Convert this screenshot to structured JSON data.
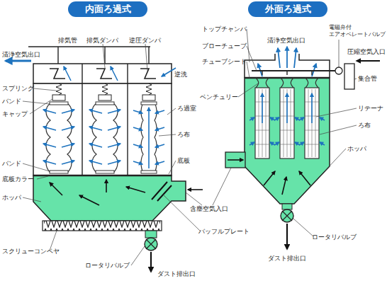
{
  "diagram": {
    "nodes": [
      {
        "text": [
          "内面ろ過式"
        ]
      },
      {
        "text": [
          "外面ろ過式"
        ]
      }
    ],
    "labels": [
      "清浄空気出口",
      "排気管",
      "排気ダンパ",
      "逆圧ダンパ",
      "逆洗",
      "スプリング",
      "バンド",
      "キャップ",
      "ろ過室",
      "ろ布",
      "底板",
      "バンド",
      "底板カラー",
      "ホッパ",
      "含塵空気入口",
      "バッフルプレート",
      "スクリューコンベヤ",
      "ロータリバルブ",
      "ダスト排出口",
      "トップチャンバ",
      "清浄空気出口",
      "ブローチューブ",
      "チューブシート",
      "電磁弁付 エアオペレートバルブ",
      "圧縮空気入口",
      "ベンチュリー",
      "集合管",
      "リテーナ",
      "ろ布",
      "ホッパ",
      "ロータリバルブ",
      "ダスト排出口"
    ]
  }
}
